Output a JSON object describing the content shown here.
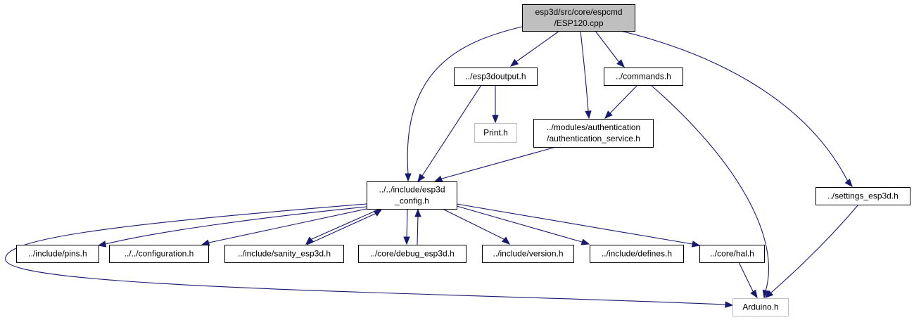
{
  "diagram": {
    "colors": {
      "edge": "#191970",
      "root_fill": "#bfbfbf",
      "node_border": "#000000",
      "external_border": "#bfbfbf"
    },
    "nodes": {
      "root": [
        "esp3d/src/core/espcmd",
        "/ESP120.cpp"
      ],
      "esp3doutput": [
        "../esp3doutput.h"
      ],
      "commands": [
        "../commands.h"
      ],
      "print": [
        "Print.h"
      ],
      "auth": [
        "../modules/authentication",
        "/authentication_service.h"
      ],
      "config": [
        "../../include/esp3d",
        "_config.h"
      ],
      "settings": [
        "../settings_esp3d.h"
      ],
      "pins": [
        "../include/pins.h"
      ],
      "configuration": [
        "../../configuration.h"
      ],
      "sanity": [
        "../include/sanity_esp3d.h"
      ],
      "debug": [
        "../core/debug_esp3d.h"
      ],
      "version": [
        "../include/version.h"
      ],
      "defines": [
        "../include/defines.h"
      ],
      "hal": [
        "../core/hal.h"
      ],
      "arduino": [
        "Arduino.h"
      ]
    }
  }
}
